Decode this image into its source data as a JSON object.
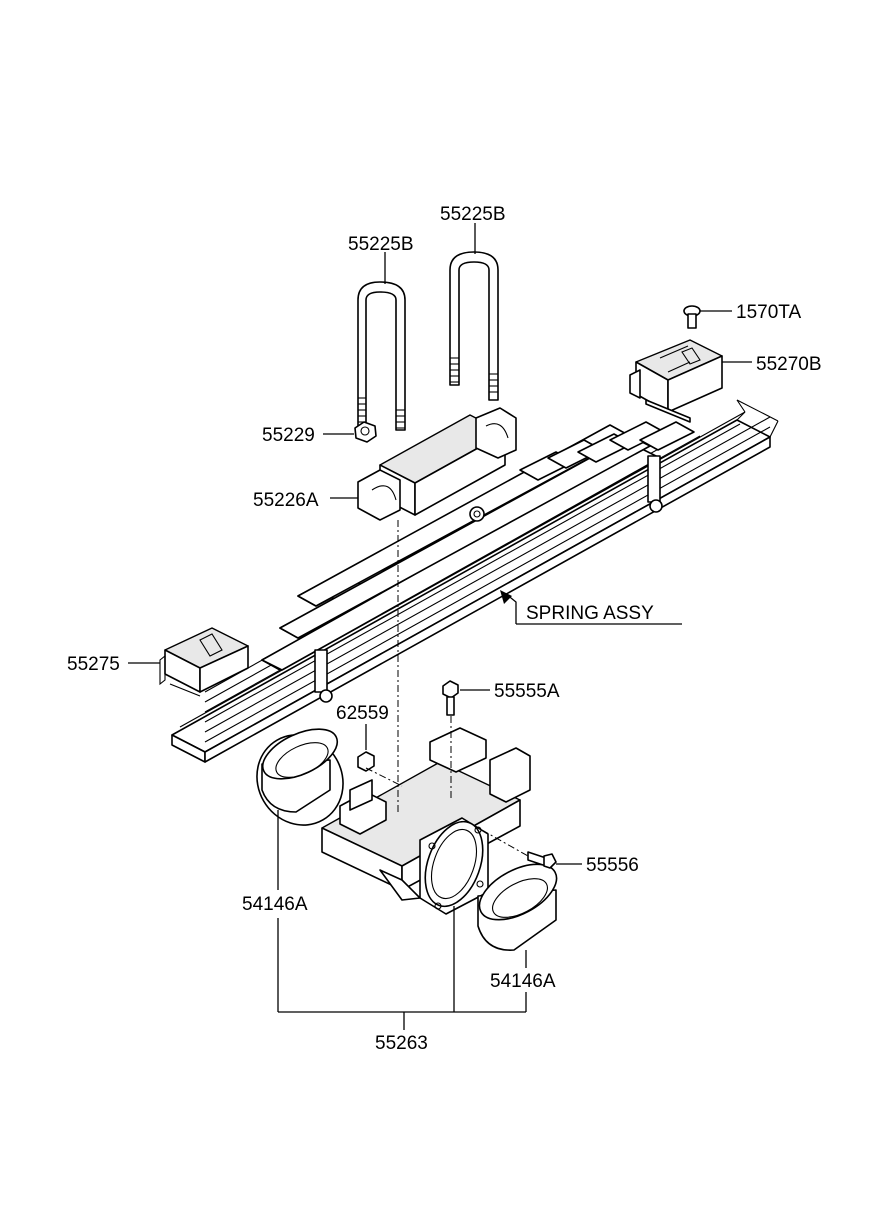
{
  "labels": {
    "ubolt_left": "55225B",
    "ubolt_right": "55225B",
    "screw": "1570TA",
    "pad_right": "55270B",
    "nut": "55229",
    "seat": "55226A",
    "spring_assy": "SPRING ASSY",
    "pad_left": "55275",
    "bolt_top": "55555A",
    "nut_small": "62559",
    "bolt_side": "55556",
    "bushing_left": "54146A",
    "bushing_right": "54146A",
    "bracket": "55263"
  },
  "icons": {
    "ubolt": "u-bolt-icon",
    "screw": "screw-icon",
    "nut": "hex-nut-icon",
    "spring": "leaf-spring-icon",
    "pad": "rubber-pad-icon",
    "bushing": "bushing-icon",
    "bracket": "axle-bracket-icon"
  }
}
